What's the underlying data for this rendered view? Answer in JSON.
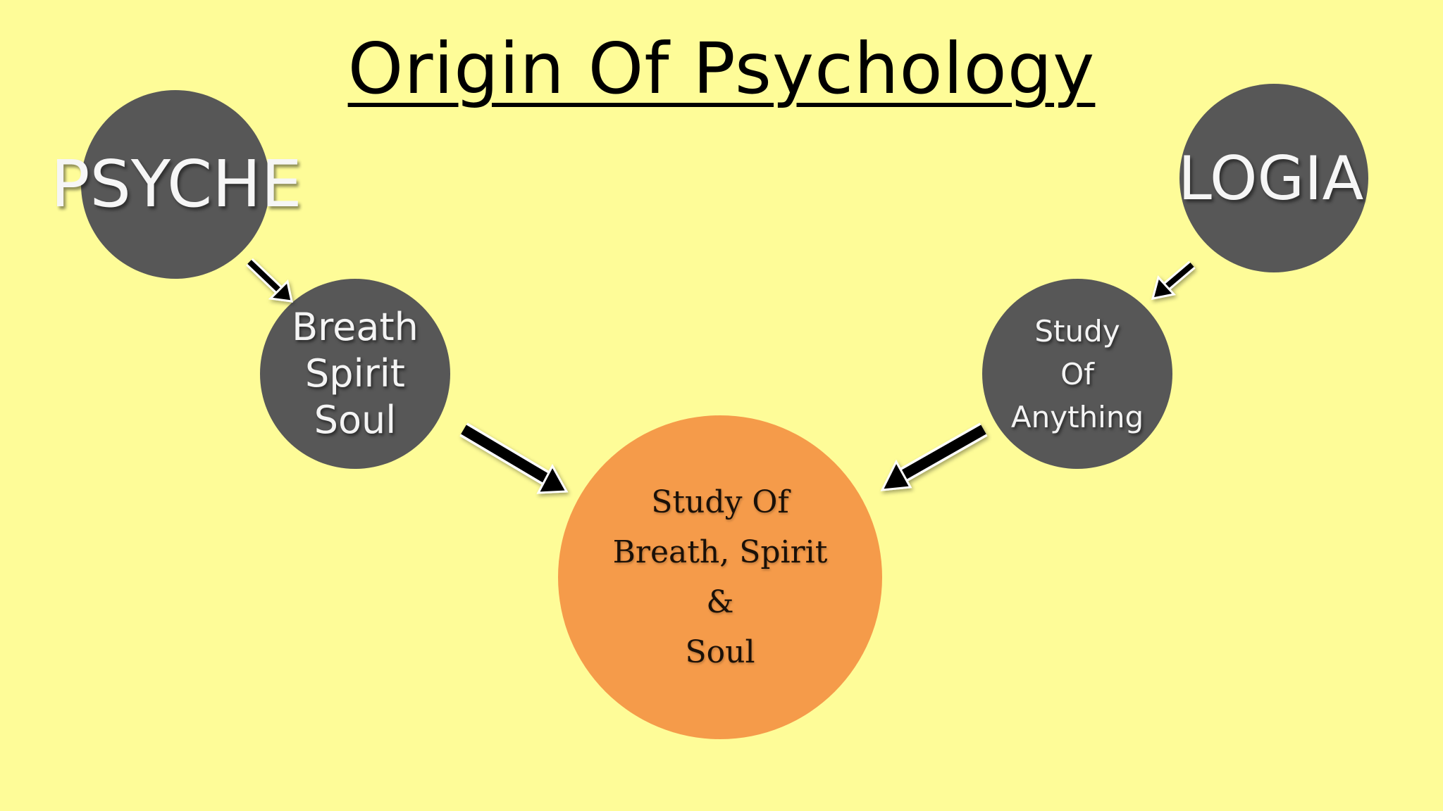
{
  "title": "Origin Of Psychology",
  "nodes": {
    "psyche": {
      "label": "PSYCHE"
    },
    "meaning_psyche": {
      "label": "Breath\nSpirit\nSoul"
    },
    "logia": {
      "label": "LOGIA"
    },
    "meaning_logia": {
      "label": "Study\nOf\nAnything"
    },
    "result": {
      "label": "Study Of\nBreath, Spirit\n&\nSoul"
    }
  },
  "colors": {
    "background": "#fefc98",
    "node": "#575757",
    "result": "#f59b4a",
    "arrow": "#000000"
  }
}
